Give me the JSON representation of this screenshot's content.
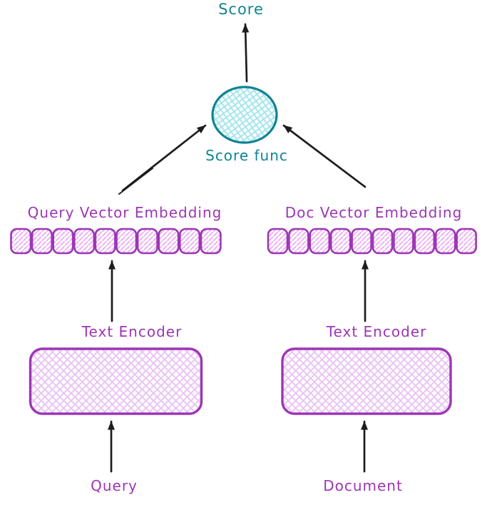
{
  "colors": {
    "teal_stroke": "#0f8492",
    "teal_hatch": "#a3e5ec",
    "purple_stroke": "#9c36b5",
    "purple_hatch": "#ecaff2",
    "purple_cross": "#e9c4f3",
    "arrow_ink": "#1d1d1d",
    "background": "#ffffff"
  },
  "output": {
    "score_label": "Score"
  },
  "score_func": {
    "label": "Score func",
    "shape": "ellipse"
  },
  "query_branch": {
    "embedding_label": "Query Vector Embedding",
    "embedding_cells": 10,
    "encoder_label": "Text Encoder",
    "input_label": "Query"
  },
  "doc_branch": {
    "embedding_label": "Doc Vector Embedding",
    "embedding_cells": 10,
    "encoder_label": "Text Encoder",
    "input_label": "Document"
  }
}
